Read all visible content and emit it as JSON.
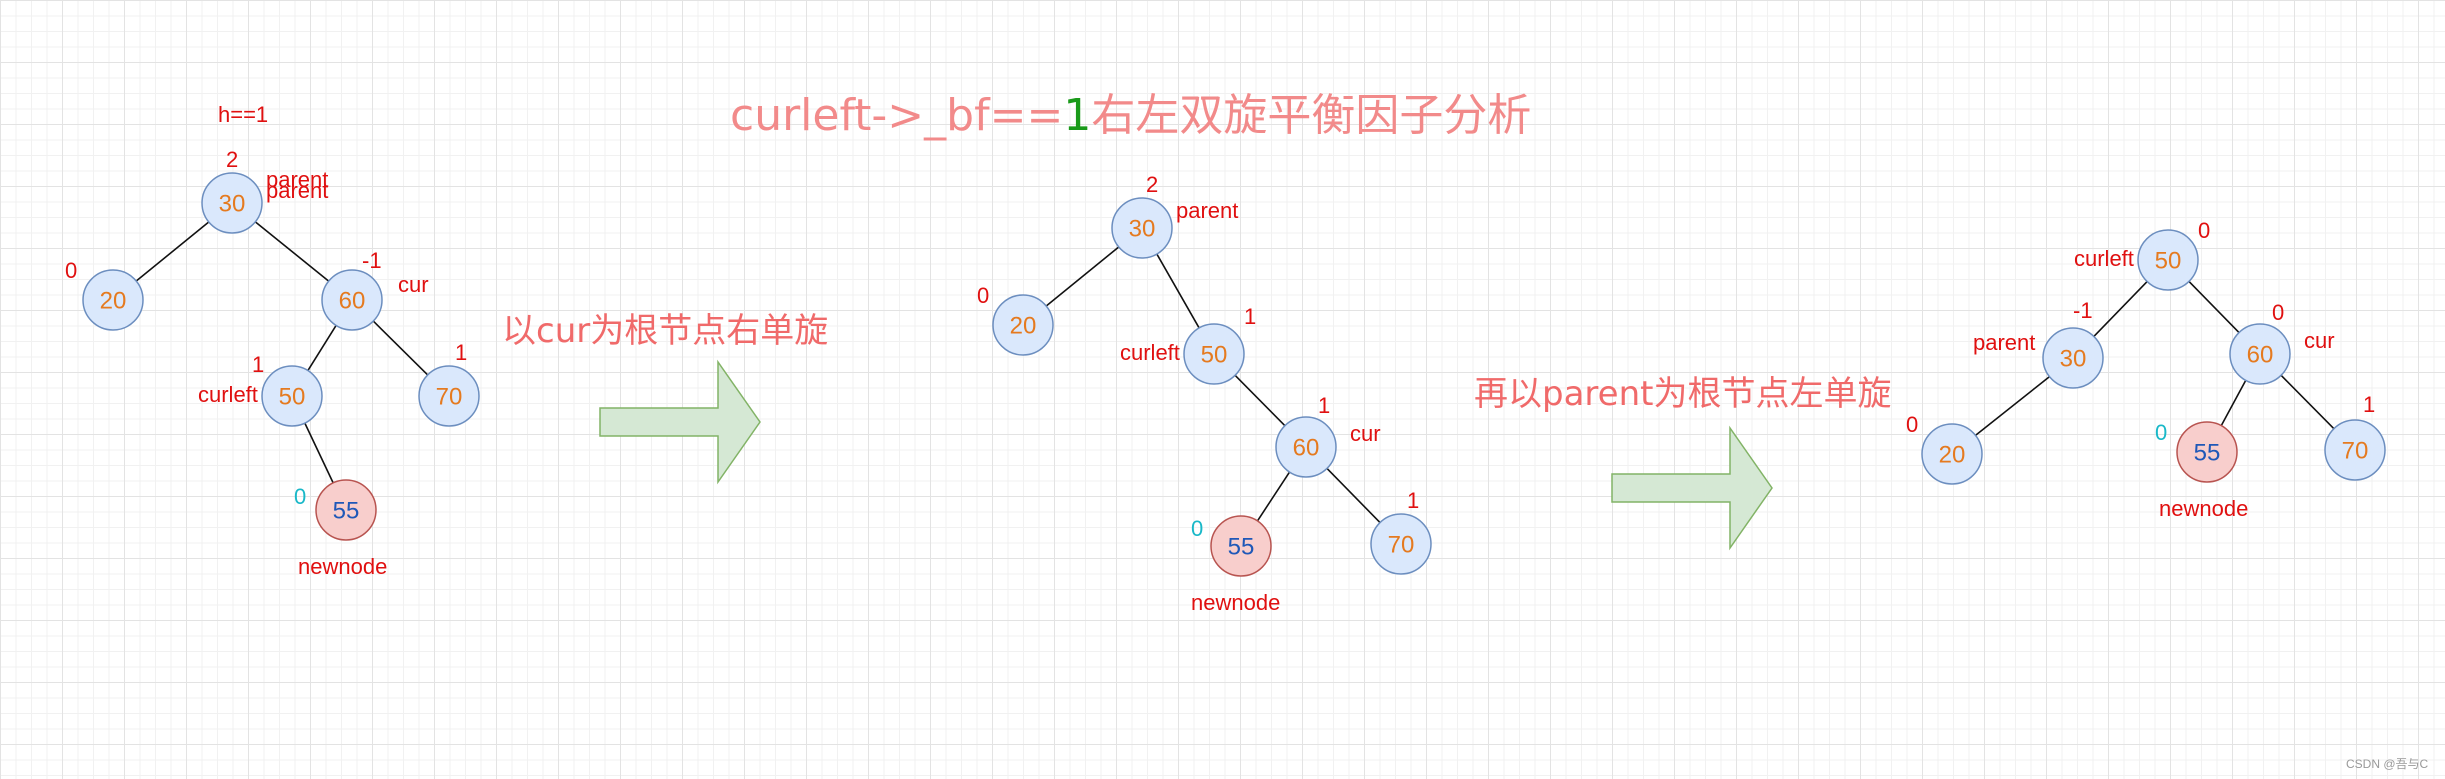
{
  "title": {
    "text": "curleft->_bf==",
    "highlight": "1",
    "rest": "右左双旋平衡因子分析",
    "highlight_color": "#1a9a1a"
  },
  "captions": [
    {
      "id": "step1",
      "text": "以cur为根节点右单旋"
    },
    {
      "id": "step2",
      "text": "再以parent为根节点左单旋"
    }
  ],
  "colors": {
    "node_fill": "#dae8fc",
    "new_node_fill": "#f8cecc",
    "label": "#e01010",
    "value": "#e57a1f",
    "arrow": "#d5e8d4"
  },
  "trees": [
    {
      "name": "before",
      "annotation": "h==1",
      "nodes": [
        {
          "id": "n30",
          "value": "30",
          "bf": "2",
          "role": "parent"
        },
        {
          "id": "n20",
          "value": "20",
          "bf": "0",
          "role": ""
        },
        {
          "id": "n60",
          "value": "60",
          "bf": "-1",
          "role": "cur"
        },
        {
          "id": "n50",
          "value": "50",
          "bf": "1",
          "role": "curleft"
        },
        {
          "id": "n70",
          "value": "70",
          "bf": "1",
          "role": ""
        },
        {
          "id": "n55",
          "value": "55",
          "bf": "0",
          "role": "newnode",
          "new": true
        }
      ],
      "edges": [
        [
          "n30",
          "n20"
        ],
        [
          "n30",
          "n60"
        ],
        [
          "n60",
          "n50"
        ],
        [
          "n60",
          "n70"
        ],
        [
          "n50",
          "n55"
        ]
      ]
    },
    {
      "name": "after-right-rotation",
      "nodes": [
        {
          "id": "n30",
          "value": "30",
          "bf": "2",
          "role": "parent"
        },
        {
          "id": "n20",
          "value": "20",
          "bf": "0",
          "role": ""
        },
        {
          "id": "n50",
          "value": "50",
          "bf": "1",
          "role": "curleft"
        },
        {
          "id": "n60",
          "value": "60",
          "bf": "1",
          "role": "cur"
        },
        {
          "id": "n55",
          "value": "55",
          "bf": "0",
          "role": "newnode",
          "new": true
        },
        {
          "id": "n70",
          "value": "70",
          "bf": "1",
          "role": ""
        }
      ],
      "edges": [
        [
          "n30",
          "n20"
        ],
        [
          "n30",
          "n50"
        ],
        [
          "n50",
          "n60"
        ],
        [
          "n60",
          "n55"
        ],
        [
          "n60",
          "n70"
        ]
      ]
    },
    {
      "name": "after-left-rotation",
      "nodes": [
        {
          "id": "n50",
          "value": "50",
          "bf": "0",
          "role": "curleft"
        },
        {
          "id": "n30",
          "value": "30",
          "bf": "-1",
          "role": "parent"
        },
        {
          "id": "n60",
          "value": "60",
          "bf": "0",
          "role": "cur"
        },
        {
          "id": "n20",
          "value": "20",
          "bf": "0",
          "role": ""
        },
        {
          "id": "n55",
          "value": "55",
          "bf": "0",
          "role": "newnode",
          "new": true
        },
        {
          "id": "n70",
          "value": "70",
          "bf": "1",
          "role": ""
        }
      ],
      "edges": [
        [
          "n50",
          "n30"
        ],
        [
          "n50",
          "n60"
        ],
        [
          "n30",
          "n20"
        ],
        [
          "n60",
          "n55"
        ],
        [
          "n60",
          "n70"
        ]
      ]
    }
  ],
  "watermark": "CSDN @吾与C"
}
